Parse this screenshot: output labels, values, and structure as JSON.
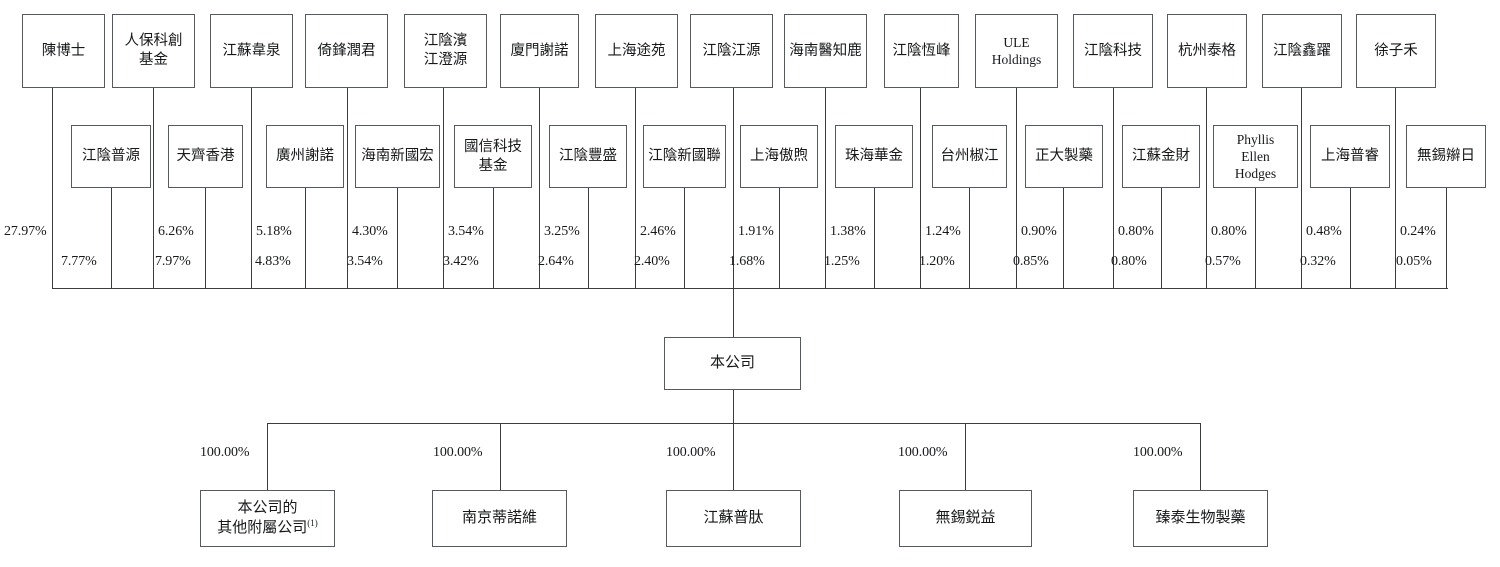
{
  "diagram": {
    "type": "shareholding-structure-chart",
    "company": {
      "label": "本公司"
    },
    "shareholders_row1": [
      {
        "label": "陳博士",
        "pct": "27.97%"
      },
      {
        "label": "人保科創\n基金",
        "pct": "6.26%"
      },
      {
        "label": "江蘇韋泉",
        "pct": "5.18%"
      },
      {
        "label": "倚鋒潤君",
        "pct": "4.30%"
      },
      {
        "label": "江陰濱\n江澄源",
        "pct": "3.54%"
      },
      {
        "label": "廈門謝諾",
        "pct": "3.25%"
      },
      {
        "label": "上海途苑",
        "pct": "2.46%"
      },
      {
        "label": "江陰江源",
        "pct": "1.91%"
      },
      {
        "label": "海南醫知鹿",
        "pct": "1.38%"
      },
      {
        "label": "江陰恆峰",
        "pct": "1.24%"
      },
      {
        "label": "ULE\nHoldings",
        "pct": "0.90%"
      },
      {
        "label": "江陰科技",
        "pct": "0.80%"
      },
      {
        "label": "杭州泰格",
        "pct": "0.80%"
      },
      {
        "label": "江陰鑫躍",
        "pct": "0.48%"
      },
      {
        "label": "徐子禾",
        "pct": "0.24%"
      }
    ],
    "shareholders_row2": [
      {
        "label": "江陰普源",
        "pct": "7.77%"
      },
      {
        "label": "天齊香港",
        "pct": "7.97%"
      },
      {
        "label": "廣州謝諾",
        "pct": "4.83%"
      },
      {
        "label": "海南新國宏",
        "pct": "3.54%"
      },
      {
        "label": "國信科技\n基金",
        "pct": "3.42%"
      },
      {
        "label": "江陰豐盛",
        "pct": "2.64%"
      },
      {
        "label": "江陰新國聯",
        "pct": "2.40%"
      },
      {
        "label": "上海傲煦",
        "pct": "1.68%"
      },
      {
        "label": "珠海華金",
        "pct": "1.25%"
      },
      {
        "label": "台州椒江",
        "pct": "1.20%"
      },
      {
        "label": "正大製藥",
        "pct": "0.85%"
      },
      {
        "label": "江蘇金財",
        "pct": "0.80%"
      },
      {
        "label": "Phyllis\nEllen\nHodges",
        "pct": "0.57%"
      },
      {
        "label": "上海普睿",
        "pct": "0.32%"
      },
      {
        "label": "無錫辮日",
        "pct": "0.05%"
      }
    ],
    "subsidiaries": [
      {
        "label": "本公司的\n其他附屬公司",
        "note": "(1)",
        "pct": "100.00%"
      },
      {
        "label": "南京蒂諾維",
        "note": "",
        "pct": "100.00%"
      },
      {
        "label": "江蘇普肽",
        "note": "",
        "pct": "100.00%"
      },
      {
        "label": "無錫鋭益",
        "note": "",
        "pct": "100.00%"
      },
      {
        "label": "臻泰生物製藥",
        "note": "",
        "pct": "100.00%"
      }
    ],
    "colors": {
      "box_border": "#555a5e",
      "line": "#3a3d40",
      "text": "#16181a",
      "background": "#ffffff"
    }
  }
}
